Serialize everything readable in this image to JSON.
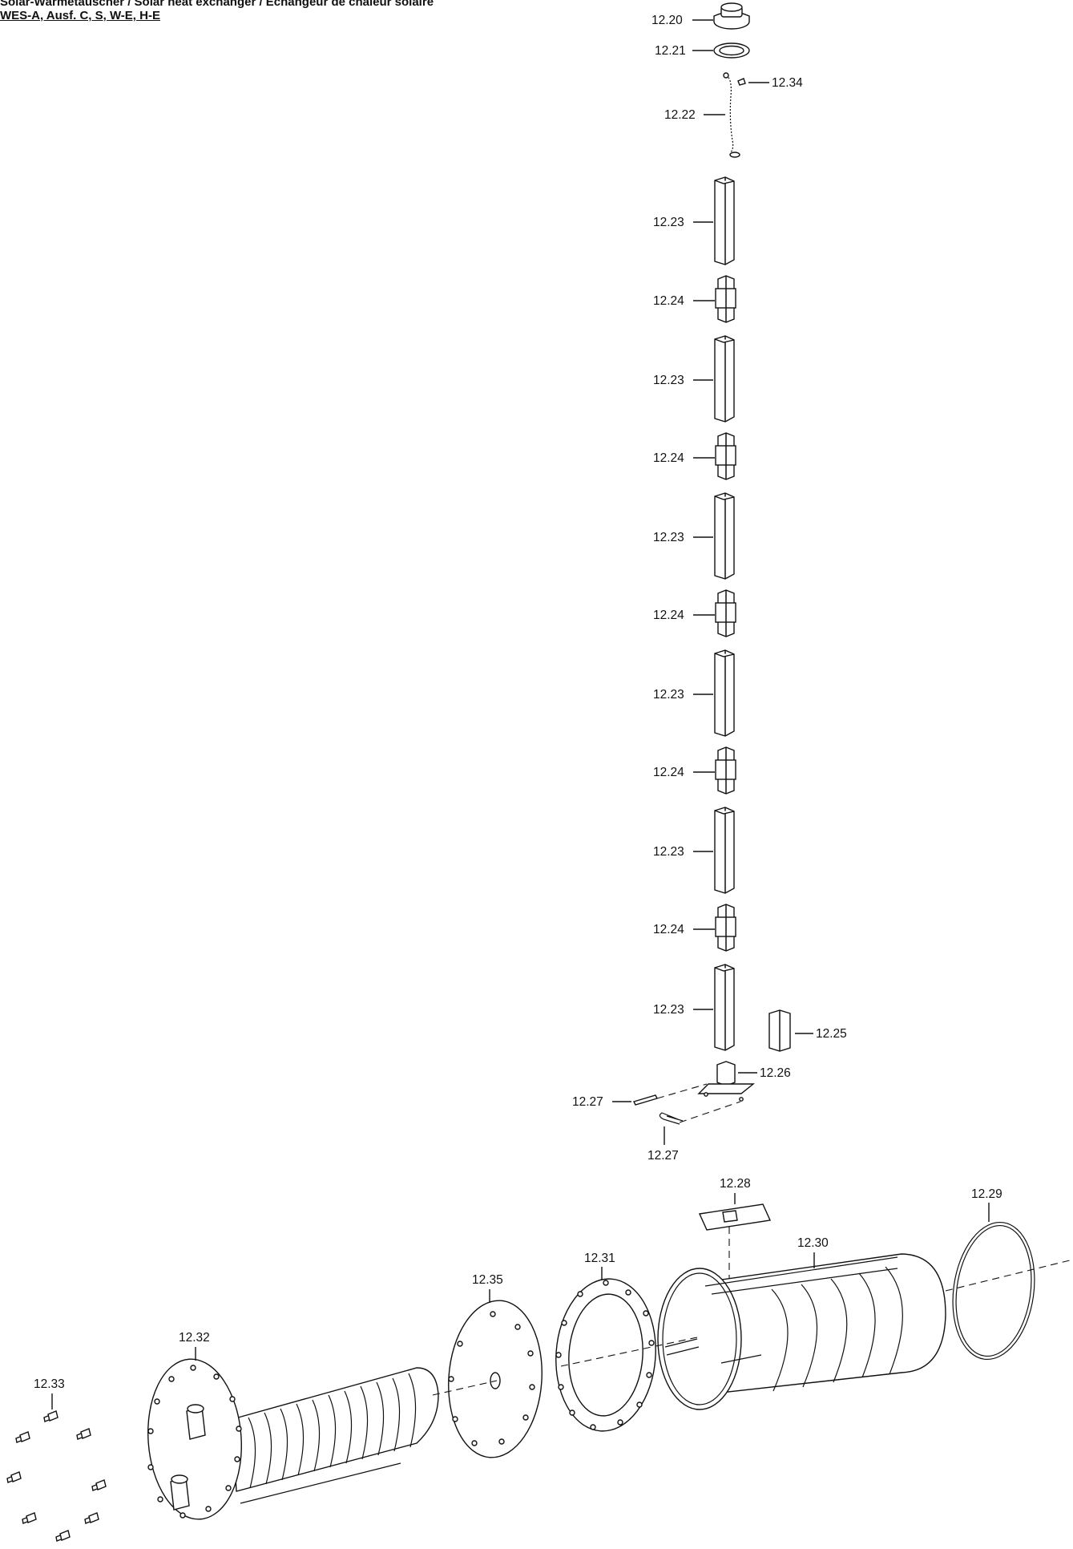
{
  "header": {
    "title": "Solar-Wärmetauscher / Solar heat exchanger / Échangeur de chaleur solaire",
    "subtitle": "WES-A, Ausf. C, S, W-E, H-E"
  },
  "parts": {
    "p1220": "12.20",
    "p1221": "12.21",
    "p1222": "12.22",
    "p1234": "12.34",
    "p1223": "12.23",
    "p1224": "12.24",
    "p1225": "12.25",
    "p1226": "12.26",
    "p1227": "12.27",
    "p1228": "12.28",
    "p1229": "12.29",
    "p1230": "12.30",
    "p1231": "12.31",
    "p1232": "12.32",
    "p1233": "12.33",
    "p1235": "12.35"
  }
}
